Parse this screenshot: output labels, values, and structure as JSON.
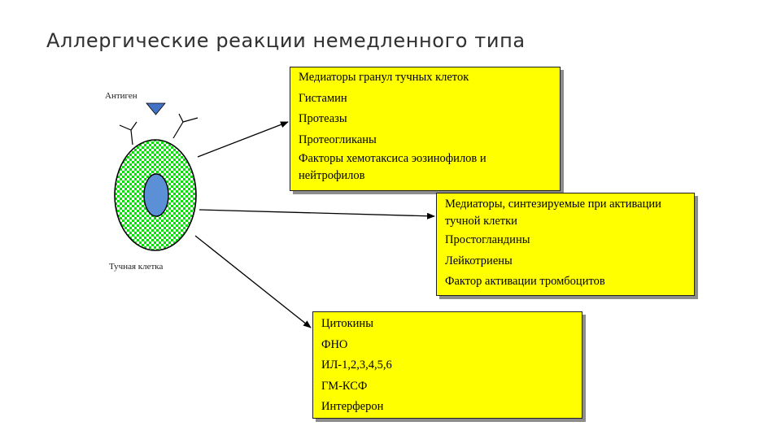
{
  "title": "Аллергические реакции немедленного типа",
  "labels": {
    "antigen": "Антиген",
    "mast_cell": "Тучная клетка"
  },
  "boxes": {
    "granule_mediators": {
      "items": [
        "Медиаторы гранул тучных клеток",
        "Гистамин",
        "Протеазы",
        "Протеогликаны",
        "Факторы хемотаксиса эозинофилов и нейтрофилов"
      ]
    },
    "synthesized_mediators": {
      "items": [
        "Медиаторы, синтезируемые при активации тучной клетки",
        "Простогландины",
        "Лейкотриены",
        "Фактор активации тромбоцитов"
      ]
    },
    "cytokines": {
      "items": [
        "Цитокины",
        "ФНО",
        "ИЛ-1,2,3,4,5,6",
        "ГМ-КСФ",
        "Интерферон"
      ]
    }
  },
  "colors": {
    "box_fill": "#ffff00",
    "cell_checker": "#00e000",
    "nucleus": "#5b8fd6",
    "antigen": "#4472c4"
  }
}
